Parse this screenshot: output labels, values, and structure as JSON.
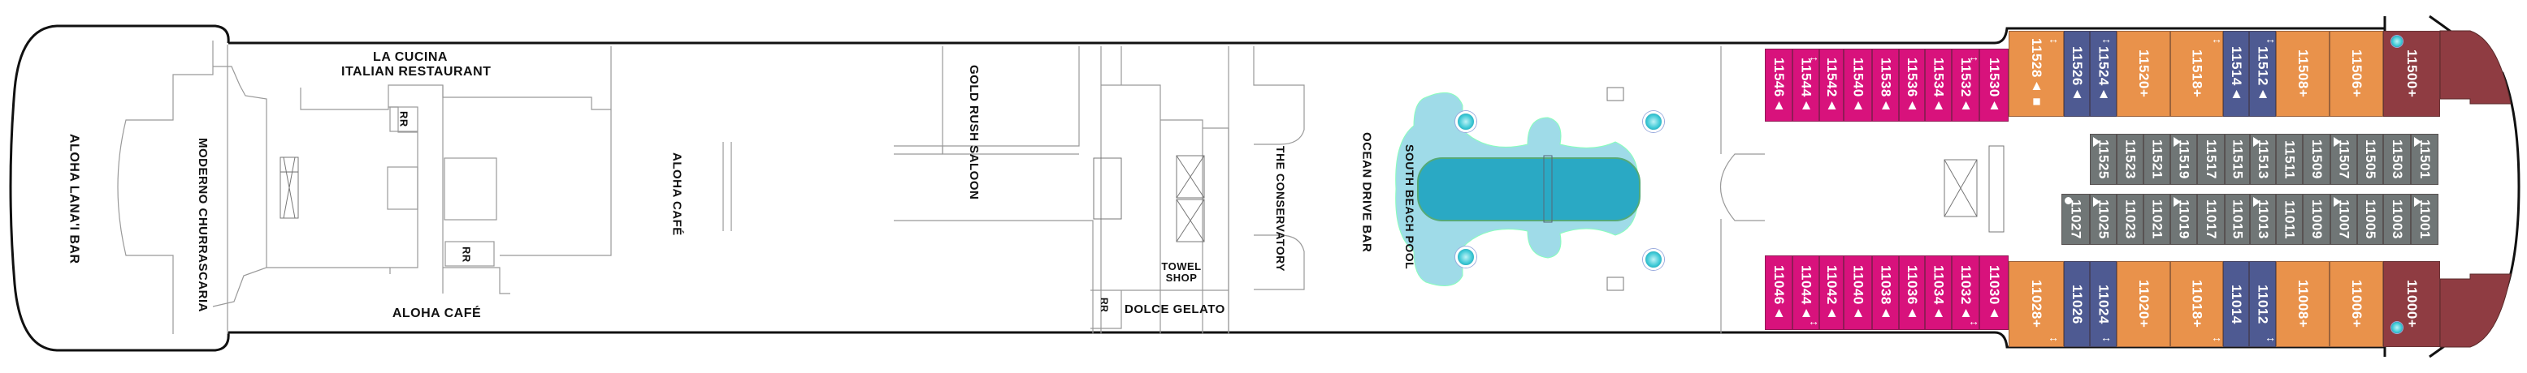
{
  "venues": {
    "aloha_lanai_bar": "ALOHA LANA'I BAR",
    "moderno": "MODERNO CHURRASCARIA",
    "la_cucina_1": "LA CUCINA",
    "la_cucina_2": "ITALIAN RESTAURANT",
    "rr": "RR",
    "aloha_cafe": "ALOHA CAFÉ",
    "gold_rush": "GOLD RUSH SALOON",
    "towel_shop": "TOWEL SHOP",
    "dolce_gelato": "DOLCE GELATO",
    "conservatory": "THE CONSERVATORY",
    "ocean_drive_bar": "OCEAN DRIVE BAR",
    "south_beach_pool": "SOUTH BEACH POOL"
  },
  "colors": {
    "pink": "#d8127c",
    "orange": "#e9924b",
    "blue": "#4e5a92",
    "gray": "#707676",
    "red": "#8f3c42",
    "pool": "#9fdbe8",
    "pool_deep": "#2aa9c4"
  },
  "connector_glyph": "↔",
  "cabins": {
    "top_pink": [
      {
        "n": "11546▲",
        "c": "pink"
      },
      {
        "n": "11544▲",
        "c": "pink"
      },
      {
        "n": "11542▲",
        "c": "pink"
      },
      {
        "n": "11540▲",
        "c": "pink"
      },
      {
        "n": "11538▲",
        "c": "pink"
      },
      {
        "n": "11536▲",
        "c": "pink"
      },
      {
        "n": "11534▲",
        "c": "pink"
      },
      {
        "n": "11532▲",
        "c": "pink"
      },
      {
        "n": "11530▲",
        "c": "pink"
      }
    ],
    "top_main": [
      {
        "n": "11528▲■",
        "c": "orange"
      },
      {
        "n": "11526▲",
        "c": "blue"
      },
      {
        "n": "11524▲",
        "c": "blue"
      },
      {
        "n": "11520+",
        "c": "orange"
      },
      {
        "n": "11518+",
        "c": "orange"
      },
      {
        "n": "11514▲",
        "c": "blue"
      },
      {
        "n": "11512▲",
        "c": "blue"
      },
      {
        "n": "11508+",
        "c": "orange"
      },
      {
        "n": "11506+",
        "c": "orange"
      },
      {
        "n": "11500+",
        "c": "red"
      }
    ],
    "gray1": [
      {
        "n": "11525",
        "c": "gray",
        "m": "tri"
      },
      {
        "n": "11523",
        "c": "gray"
      },
      {
        "n": "11521",
        "c": "gray"
      },
      {
        "n": "11519",
        "c": "gray",
        "m": "tri"
      },
      {
        "n": "11517",
        "c": "gray"
      },
      {
        "n": "11515",
        "c": "gray"
      },
      {
        "n": "11513",
        "c": "gray",
        "m": "tri"
      },
      {
        "n": "11511",
        "c": "gray"
      },
      {
        "n": "11509",
        "c": "gray"
      },
      {
        "n": "11507",
        "c": "gray",
        "m": "tri"
      },
      {
        "n": "11505",
        "c": "gray"
      },
      {
        "n": "11503",
        "c": "gray"
      },
      {
        "n": "11501",
        "c": "gray",
        "m": "tri"
      }
    ],
    "gray2": [
      {
        "n": "11027",
        "c": "gray",
        "m": "dot"
      },
      {
        "n": "11025",
        "c": "gray",
        "m": "tri"
      },
      {
        "n": "11023",
        "c": "gray"
      },
      {
        "n": "11021",
        "c": "gray"
      },
      {
        "n": "11019",
        "c": "gray",
        "m": "tri"
      },
      {
        "n": "11017",
        "c": "gray"
      },
      {
        "n": "11015",
        "c": "gray"
      },
      {
        "n": "11013",
        "c": "gray",
        "m": "tri"
      },
      {
        "n": "11011",
        "c": "gray"
      },
      {
        "n": "11009",
        "c": "gray"
      },
      {
        "n": "11007",
        "c": "gray",
        "m": "tri"
      },
      {
        "n": "11005",
        "c": "gray"
      },
      {
        "n": "11003",
        "c": "gray"
      },
      {
        "n": "11001",
        "c": "gray",
        "m": "tri"
      }
    ],
    "bot_pink": [
      {
        "n": "11046▲",
        "c": "pink"
      },
      {
        "n": "11044▲",
        "c": "pink"
      },
      {
        "n": "11042▲",
        "c": "pink"
      },
      {
        "n": "11040▲",
        "c": "pink"
      },
      {
        "n": "11038▲",
        "c": "pink"
      },
      {
        "n": "11036▲",
        "c": "pink"
      },
      {
        "n": "11034▲",
        "c": "pink"
      },
      {
        "n": "11032▲",
        "c": "pink"
      },
      {
        "n": "11030▲",
        "c": "pink"
      }
    ],
    "bot_main": [
      {
        "n": "11028+",
        "c": "orange"
      },
      {
        "n": "11026",
        "c": "blue"
      },
      {
        "n": "11024",
        "c": "blue"
      },
      {
        "n": "11020+",
        "c": "orange"
      },
      {
        "n": "11018+",
        "c": "orange"
      },
      {
        "n": "11014",
        "c": "blue"
      },
      {
        "n": "11012",
        "c": "blue"
      },
      {
        "n": "11008+",
        "c": "orange"
      },
      {
        "n": "11006+",
        "c": "orange"
      },
      {
        "n": "11000+",
        "c": "red"
      }
    ]
  }
}
